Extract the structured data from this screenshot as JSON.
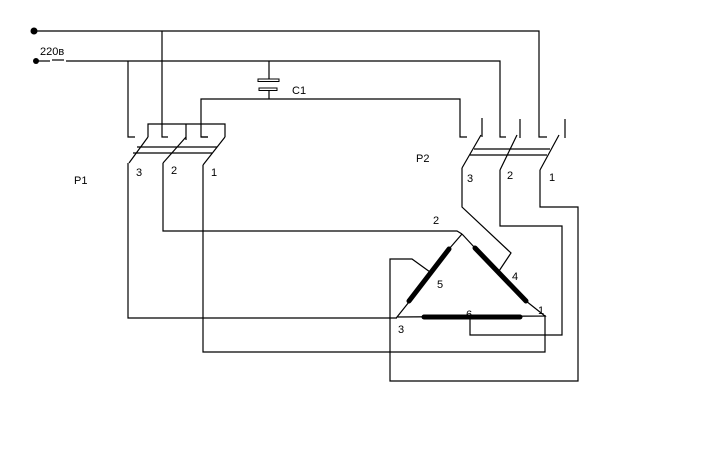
{
  "supply_label": "220в",
  "capacitor_label": "C1",
  "switch_p1": {
    "label": "P1",
    "poles": [
      "3",
      "2",
      "1"
    ]
  },
  "switch_p2": {
    "label": "P2",
    "poles": [
      "3",
      "2",
      "1"
    ]
  },
  "motor_terminals": [
    "1",
    "2",
    "3"
  ],
  "motor_windings": [
    "4",
    "5",
    "6"
  ]
}
